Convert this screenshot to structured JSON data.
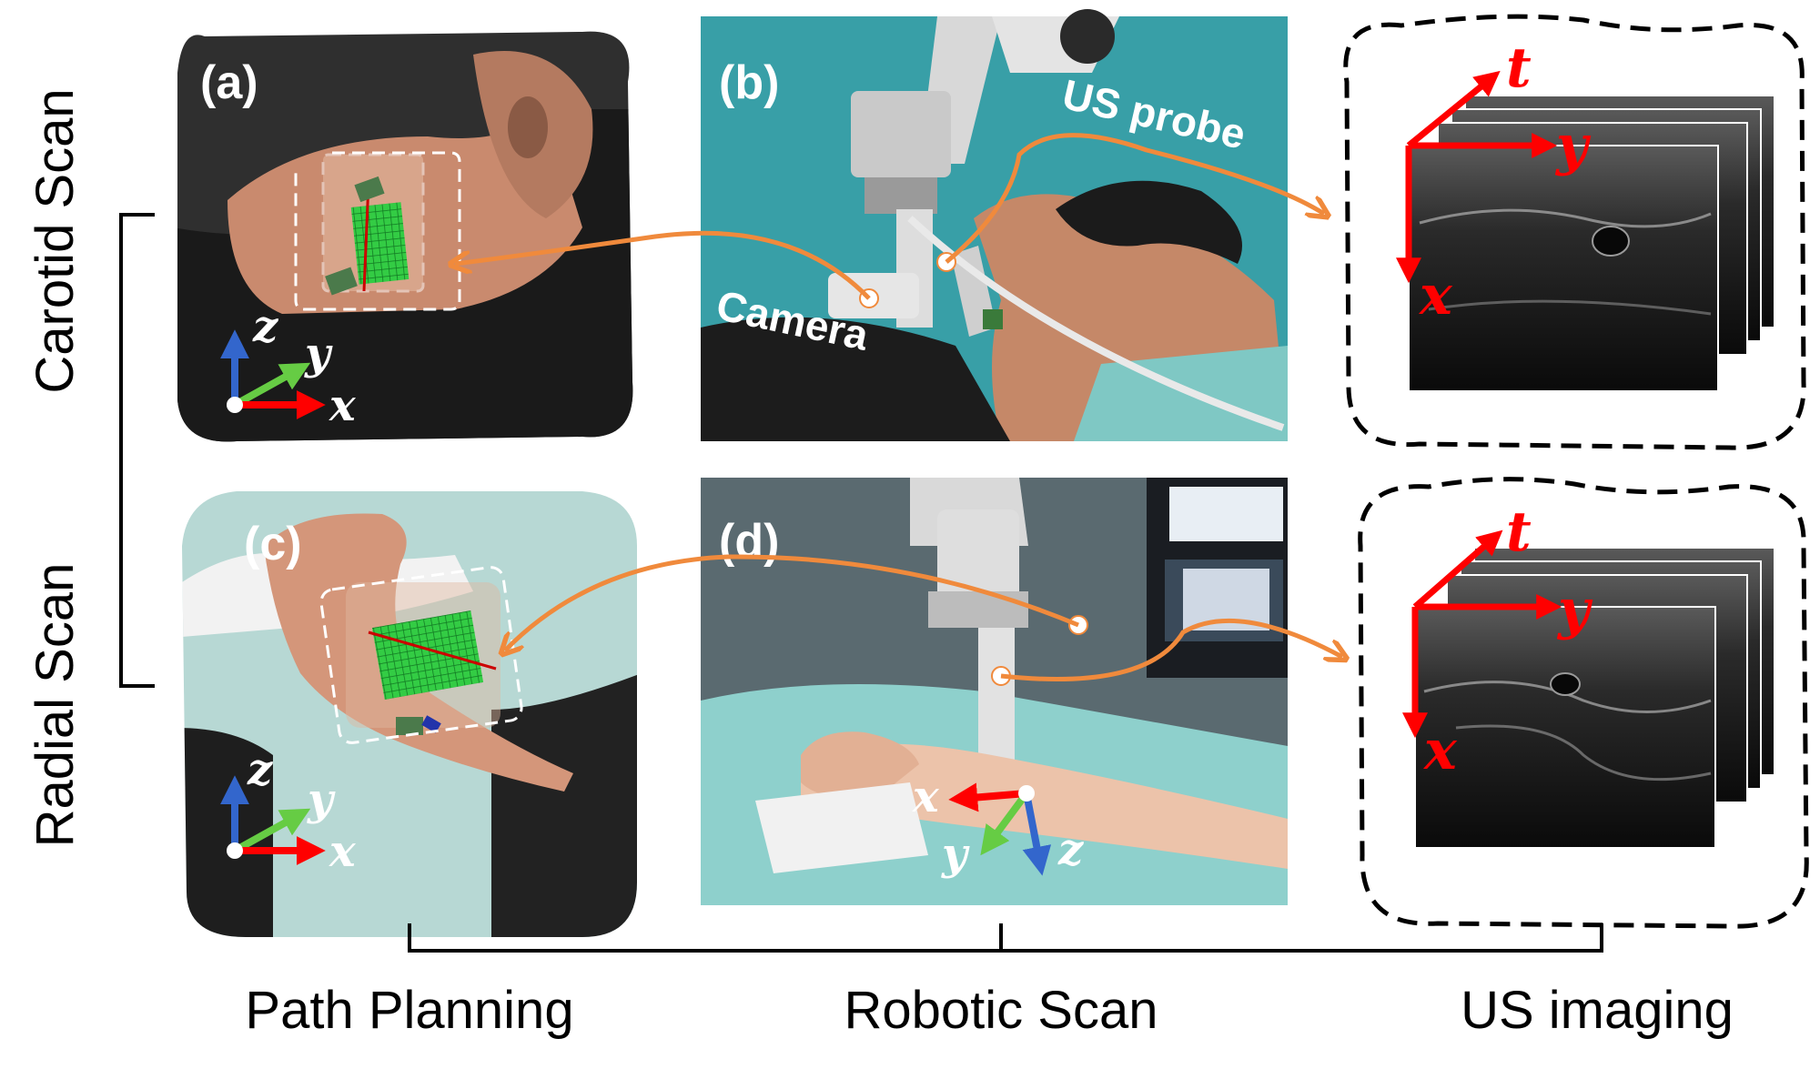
{
  "panels": {
    "a": "(a)",
    "b": "(b)",
    "c": "(c)",
    "d": "(d)"
  },
  "row_labels": {
    "top": "Carotid Scan",
    "bottom": "Radial Scan"
  },
  "column_labels": {
    "left": "Path Planning",
    "middle": "Robotic Scan",
    "right": "US imaging"
  },
  "annotations": {
    "probe": "US probe",
    "camera": "Camera"
  },
  "axes": {
    "x": "x",
    "y": "y",
    "z": "z",
    "t": "t"
  },
  "colors": {
    "arrow_orange": "#f08a3c",
    "axis_red": "#ff0000",
    "axis_green": "#66cc44",
    "axis_blue": "#3366cc",
    "scan_patch": "#22cc44"
  }
}
